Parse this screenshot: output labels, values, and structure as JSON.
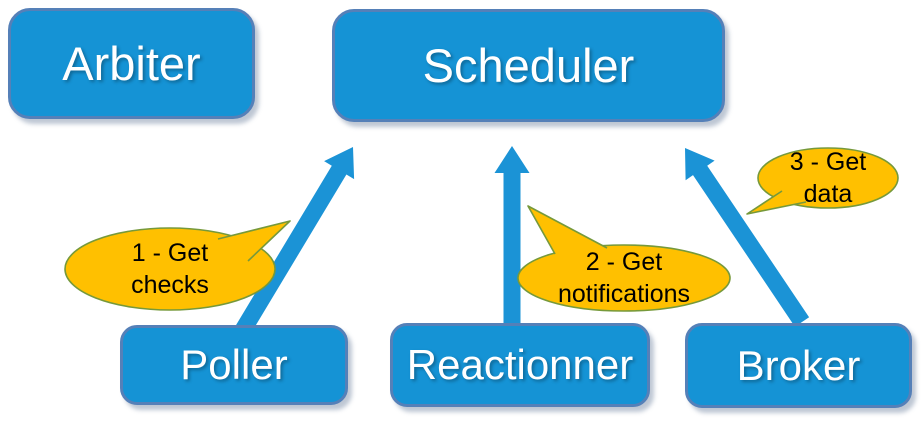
{
  "diagram": {
    "nodes": {
      "arbiter": {
        "label": "Arbiter"
      },
      "scheduler": {
        "label": "Scheduler"
      },
      "poller": {
        "label": "Poller"
      },
      "reactionner": {
        "label": "Reactionner"
      },
      "broker": {
        "label": "Broker"
      }
    },
    "callouts": [
      {
        "text": "1 - Get\nchecks"
      },
      {
        "text": "2 - Get\nnotifications"
      },
      {
        "text": "3 - Get\ndata"
      }
    ],
    "arrows": [
      {
        "from": "poller",
        "to": "scheduler"
      },
      {
        "from": "reactionner",
        "to": "scheduler"
      },
      {
        "from": "broker",
        "to": "scheduler"
      }
    ],
    "colors": {
      "node_fill": "#1593D5",
      "node_border": "#5580B8",
      "arrow": "#1B93D6",
      "callout_fill": "#FFC000",
      "callout_border": "#76993B",
      "node_text": "#FFFFFF",
      "callout_text": "#000000"
    }
  }
}
